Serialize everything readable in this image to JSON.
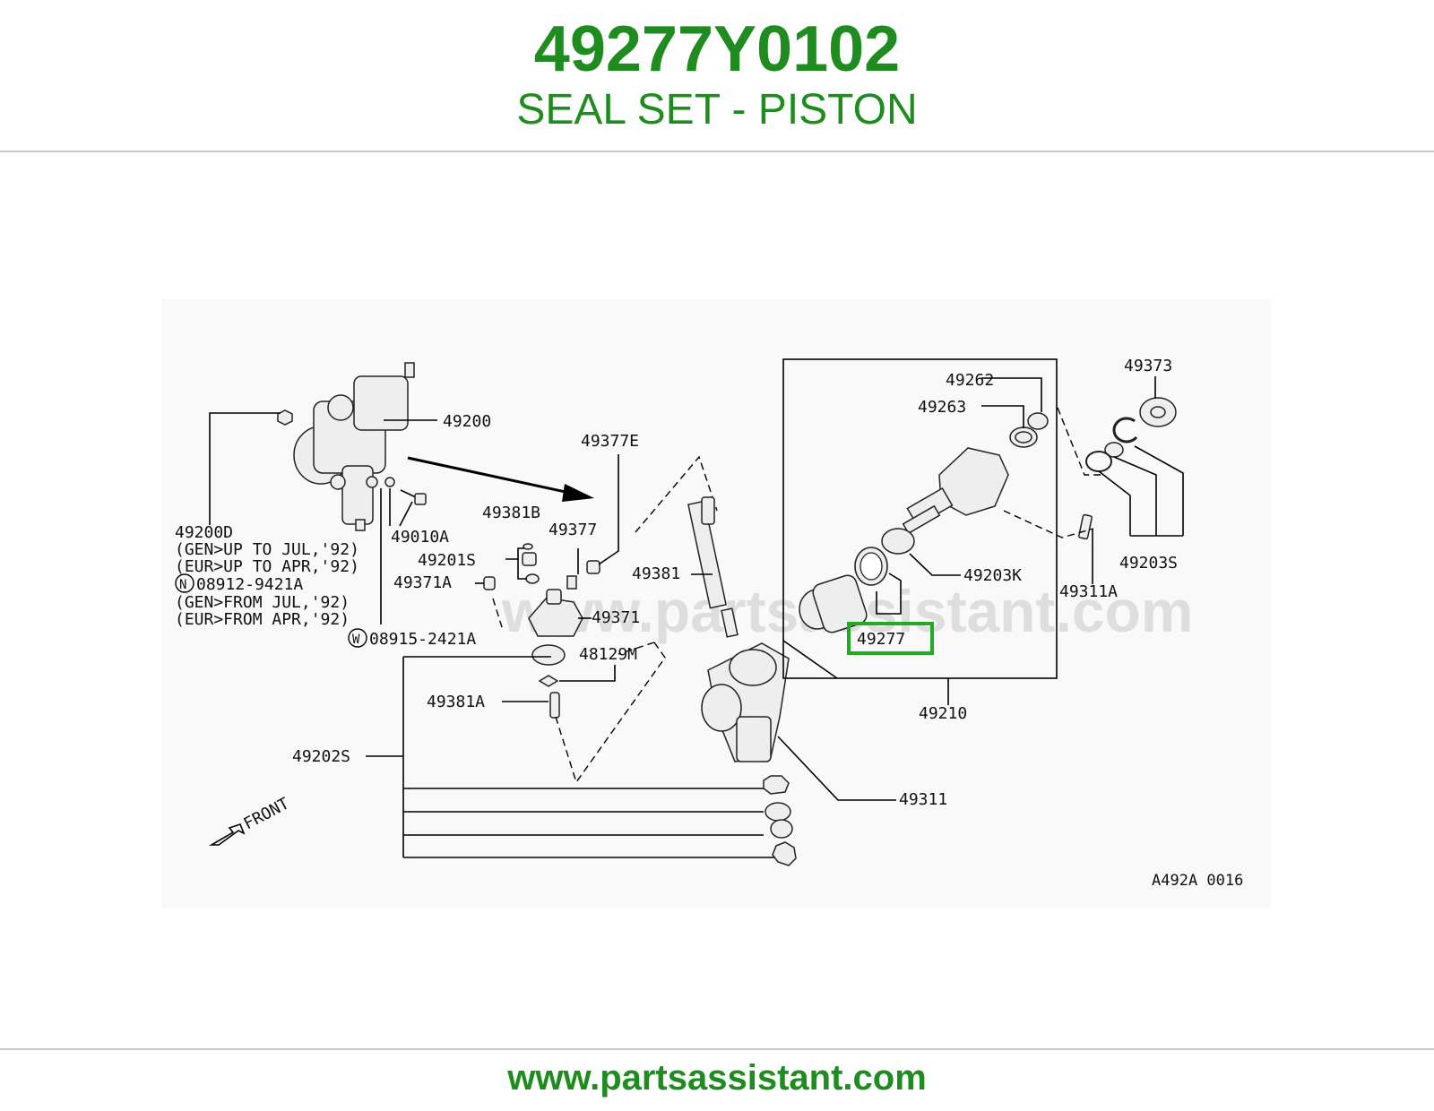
{
  "header": {
    "part_number": "49277Y0102",
    "part_name": "SEAL SET - PISTON"
  },
  "diagram": {
    "watermark": "www.partsassistant.com",
    "highlight_color": "#22aa22",
    "figure_code": "A492A 0016",
    "front_label": "FRONT",
    "labels": {
      "l49200": "49200",
      "l49200D": "49200D",
      "gen_up_jul": "(GEN>UP TO JUL,'92)",
      "eur_up_apr": "(EUR>UP TO APR,'92)",
      "n_08912": "08912-9421A",
      "n_circle": "N",
      "gen_from_jul": "(GEN>FROM JUL,'92)",
      "eur_from_apr": "(EUR>FROM APR,'92)",
      "w_08915": "08915-2421A",
      "w_circle": "W",
      "l49010A": "49010A",
      "l49381B": "49381B",
      "l49377": "49377",
      "l49377E": "49377E",
      "l49201S": "49201S",
      "l49371A": "49371A",
      "l49371": "49371",
      "l48129M": "48129M",
      "l49381A": "49381A",
      "l49381": "49381",
      "l49202S": "49202S",
      "l49262": "49262",
      "l49263": "49263",
      "l49203K": "49203K",
      "l49277": "49277",
      "l49210": "49210",
      "l49373": "49373",
      "l49203S": "49203S",
      "l49311A": "49311A",
      "l49311": "49311"
    }
  },
  "footer": {
    "url": "www.partsassistant.com"
  }
}
